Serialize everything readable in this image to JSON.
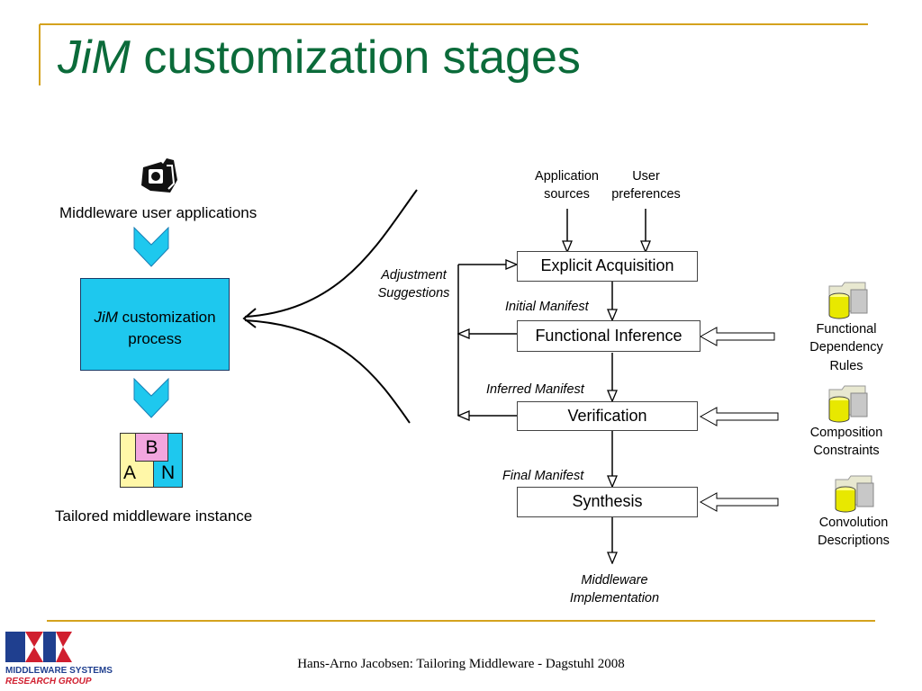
{
  "slide": {
    "title_italic": "JiM",
    "title_rest": " customization stages",
    "footer": "Hans-Arno Jacobsen: Tailoring Middleware - Dagstuhl 2008",
    "logo_line1": "MIDDLEWARE SYSTEMS",
    "logo_line2": "RESEARCH GROUP"
  },
  "left": {
    "apps_label": "Middleware user applications",
    "process_italic": "JiM",
    "process_rest": " customization",
    "process_line2": "process",
    "tile_b": "B",
    "tile_a": "A",
    "tile_n": "N",
    "instance_label": "Tailored middleware instance"
  },
  "flow": {
    "input1_line1": "Application",
    "input1_line2": "sources",
    "input2_line1": "User",
    "input2_line2": "preferences",
    "stages": [
      "Explicit Acquisition",
      "Functional Inference",
      "Verification",
      "Synthesis"
    ],
    "adjust_line1": "Adjustment",
    "adjust_line2": "Suggestions",
    "manifests": [
      "Initial Manifest",
      "Inferred Manifest",
      "Final Manifest"
    ],
    "output_line1": "Middleware",
    "output_line2": "Implementation"
  },
  "resources": [
    {
      "line1": "Functional",
      "line2": "Dependency",
      "line3": "Rules"
    },
    {
      "line1": "Composition",
      "line2": "Constraints"
    },
    {
      "line1": "Convolution",
      "line2": "Descriptions"
    }
  ],
  "colors": {
    "title": "#0b6b3a",
    "rule": "#d4a21e",
    "process_fill": "#1ec8ee",
    "tile_b": "#f2a6de",
    "tile_a": "#fff7a8",
    "tile_n": "#1ec8ee"
  }
}
